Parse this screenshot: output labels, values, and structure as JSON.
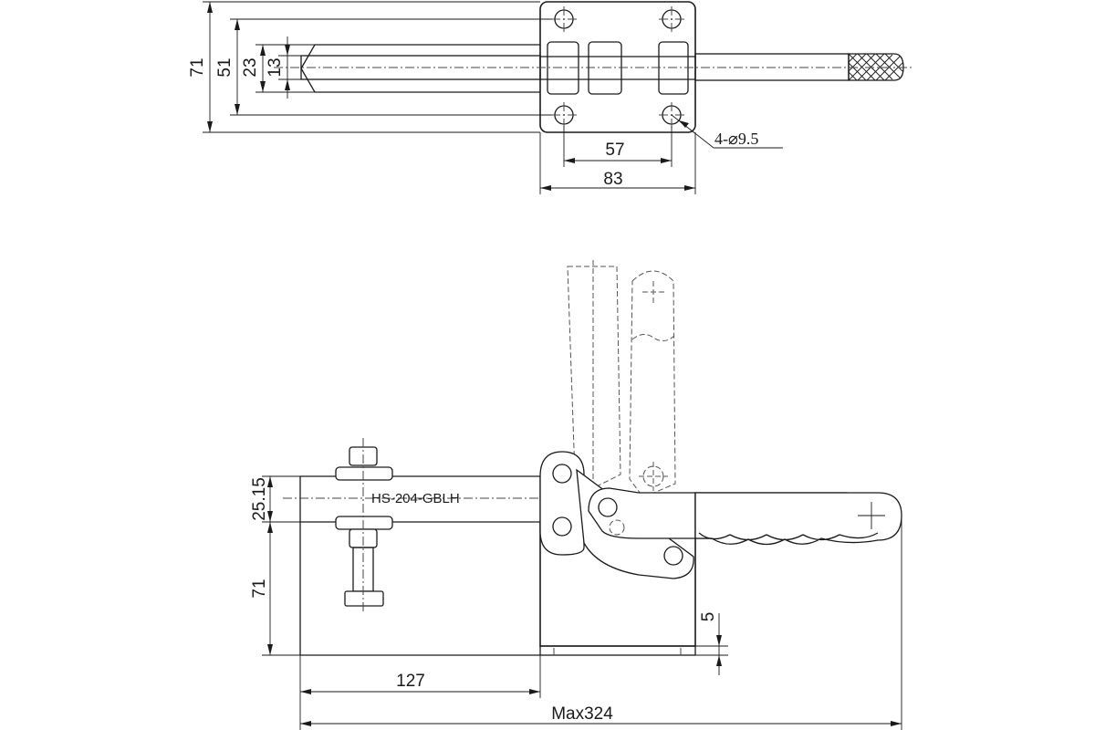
{
  "top_view": {
    "dimensions": {
      "total_height": "71",
      "base_height": "51",
      "arm_height": "23",
      "slot_height": "13",
      "hole_spacing": "57",
      "base_width": "83",
      "hole_callout": "4-⌀9.5"
    }
  },
  "side_view": {
    "model_label": "HS-204-GBLH",
    "dimensions": {
      "arm_height": "25.15",
      "base_height": "71",
      "base_thickness": "5",
      "spindle_offset": "127",
      "max_length": "Max324"
    }
  }
}
